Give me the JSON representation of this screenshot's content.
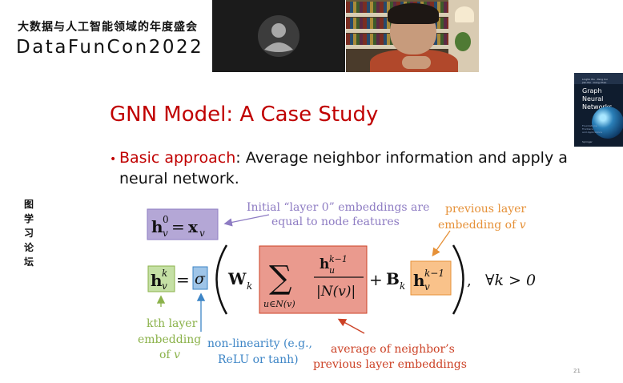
{
  "header": {
    "conference_subtitle": "大数据与人工智能领域的年度盛会",
    "conference_title": "DataFunCon2022"
  },
  "book": {
    "authors": "Lingfei Wu · Peng Cui\nJian Pei · Liang Zhao",
    "title": "Graph Neural Networks",
    "subtitle": "Foundations,\nFrontiers,\nand Applications",
    "publisher": "Springer"
  },
  "side_label": "图学习论坛",
  "slide": {
    "title": "GNN Model: A Case Study",
    "bullet_highlight": "Basic approach",
    "bullet_rest_line1": ": Average neighbor information and apply a",
    "bullet_line2": "neural network.",
    "annotations": {
      "layer0_l1": "Initial “layer 0” embeddings are",
      "layer0_l2": "equal to node features",
      "prev_l1": "previous layer",
      "prev_l2": "embedding of",
      "prev_var": "v",
      "kth_l1": "kth layer",
      "kth_l2": "embedding",
      "kth_l3": "of",
      "kth_var": "v",
      "nonlin_l1": "non-linearity (e.g.,",
      "nonlin_l2": "ReLU or tanh)",
      "avg_l1": "average of neighbor’s",
      "avg_l2": "previous layer embeddings"
    },
    "formula": {
      "forall": "∀k > 0"
    },
    "page_number": "21"
  },
  "colors": {
    "title_red": "#c00000",
    "purple_box": "#b4a7d6",
    "green_box": "#c5e0a5",
    "blue_box": "#9fc5e8",
    "red_box": "#ea9a8e",
    "orange_box": "#f9c28a",
    "orange_text": "#e69138",
    "blue_text": "#3d85c6",
    "green_text": "#8bb24a",
    "purple_text": "#8e7cc3",
    "avg_text": "#cc4125"
  }
}
